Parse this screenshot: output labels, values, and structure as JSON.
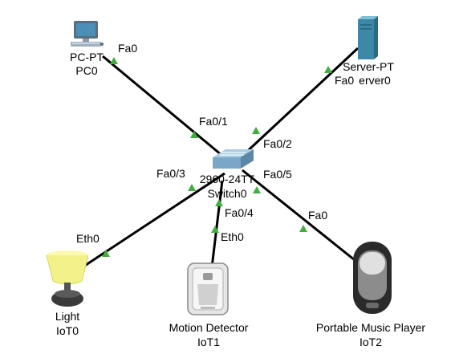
{
  "colors": {
    "link": "#000000",
    "link_led": "#3fae3f",
    "switch": "#7aa7c7",
    "server": "#3f87a6",
    "pc": "#4a8fb8",
    "lamp_shade": "#f3f28a",
    "player": "#444444"
  },
  "devices": {
    "pc0": {
      "type": "PC-PT",
      "name": "PC0",
      "icon": "pc-icon"
    },
    "server0": {
      "type": "Server-PT",
      "name": "erver0",
      "icon": "server-icon"
    },
    "switch0": {
      "type": "2960-24TT",
      "name": "Switch0",
      "icon": "switch-icon"
    },
    "iot0": {
      "type": "Light",
      "name": "IoT0",
      "icon": "light-bulb-icon"
    },
    "iot1": {
      "type": "Motion Detector",
      "name": "IoT1",
      "icon": "motion-detector-icon"
    },
    "iot2": {
      "type": "Portable Music Player",
      "name": "IoT2",
      "icon": "music-player-icon"
    }
  },
  "links": {
    "pc0_switch": {
      "port_a": "Fa0",
      "port_b": "Fa0/1"
    },
    "server0_switch": {
      "port_a": "Fa0",
      "port_b": "Fa0/2"
    },
    "iot0_switch": {
      "port_a": "Eth0",
      "port_b": "Fa0/3"
    },
    "iot1_switch": {
      "port_a": "Eth0",
      "port_b": "Fa0/4"
    },
    "iot2_switch": {
      "port_a": "Fa0",
      "port_b": "Fa0/5"
    }
  }
}
